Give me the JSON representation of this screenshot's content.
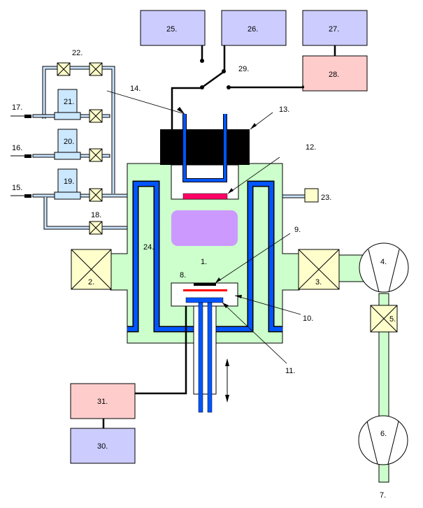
{
  "diagram": {
    "type": "apparatus-schematic",
    "colors": {
      "chamber": "#ccffcc",
      "controller_box": "#ccccff",
      "power_box": "#ffcccc",
      "valve": "#ffffcc",
      "gas_line": "#cce5ff",
      "flow_meter": "#cce8ff",
      "coolant": "#0055ff",
      "target": "#ff0066",
      "plasma": "#cc99ff",
      "heater": "#ff0000",
      "magnet_block": "#000000"
    },
    "labels": {
      "chamber": "1.",
      "valve_left": "2.",
      "gate_valve": "3.",
      "pump_upper": "4.",
      "valve_pump": "5.",
      "pump_lower": "6.",
      "exhaust": "7.",
      "substrate_holder": "8.",
      "substrate": "9.",
      "heater": "10.",
      "holder_cooling": "11.",
      "target": "12.",
      "magnet": "13.",
      "cathode_cooling": "14.",
      "gas_in_1": "15.",
      "gas_in_2": "16.",
      "gas_in_3": "17.",
      "bypass_valve": "18.",
      "mfc_1": "19.",
      "mfc_2": "20.",
      "mfc_3": "21.",
      "purge_valves": "22.",
      "gauge": "23.",
      "wall_cooling": "24.",
      "supply_a": "25.",
      "supply_b": "26.",
      "supply_c": "27.",
      "supply_c_matcher": "28.",
      "switch": "29.",
      "bias_supply": "30.",
      "bias_matcher": "31."
    }
  }
}
